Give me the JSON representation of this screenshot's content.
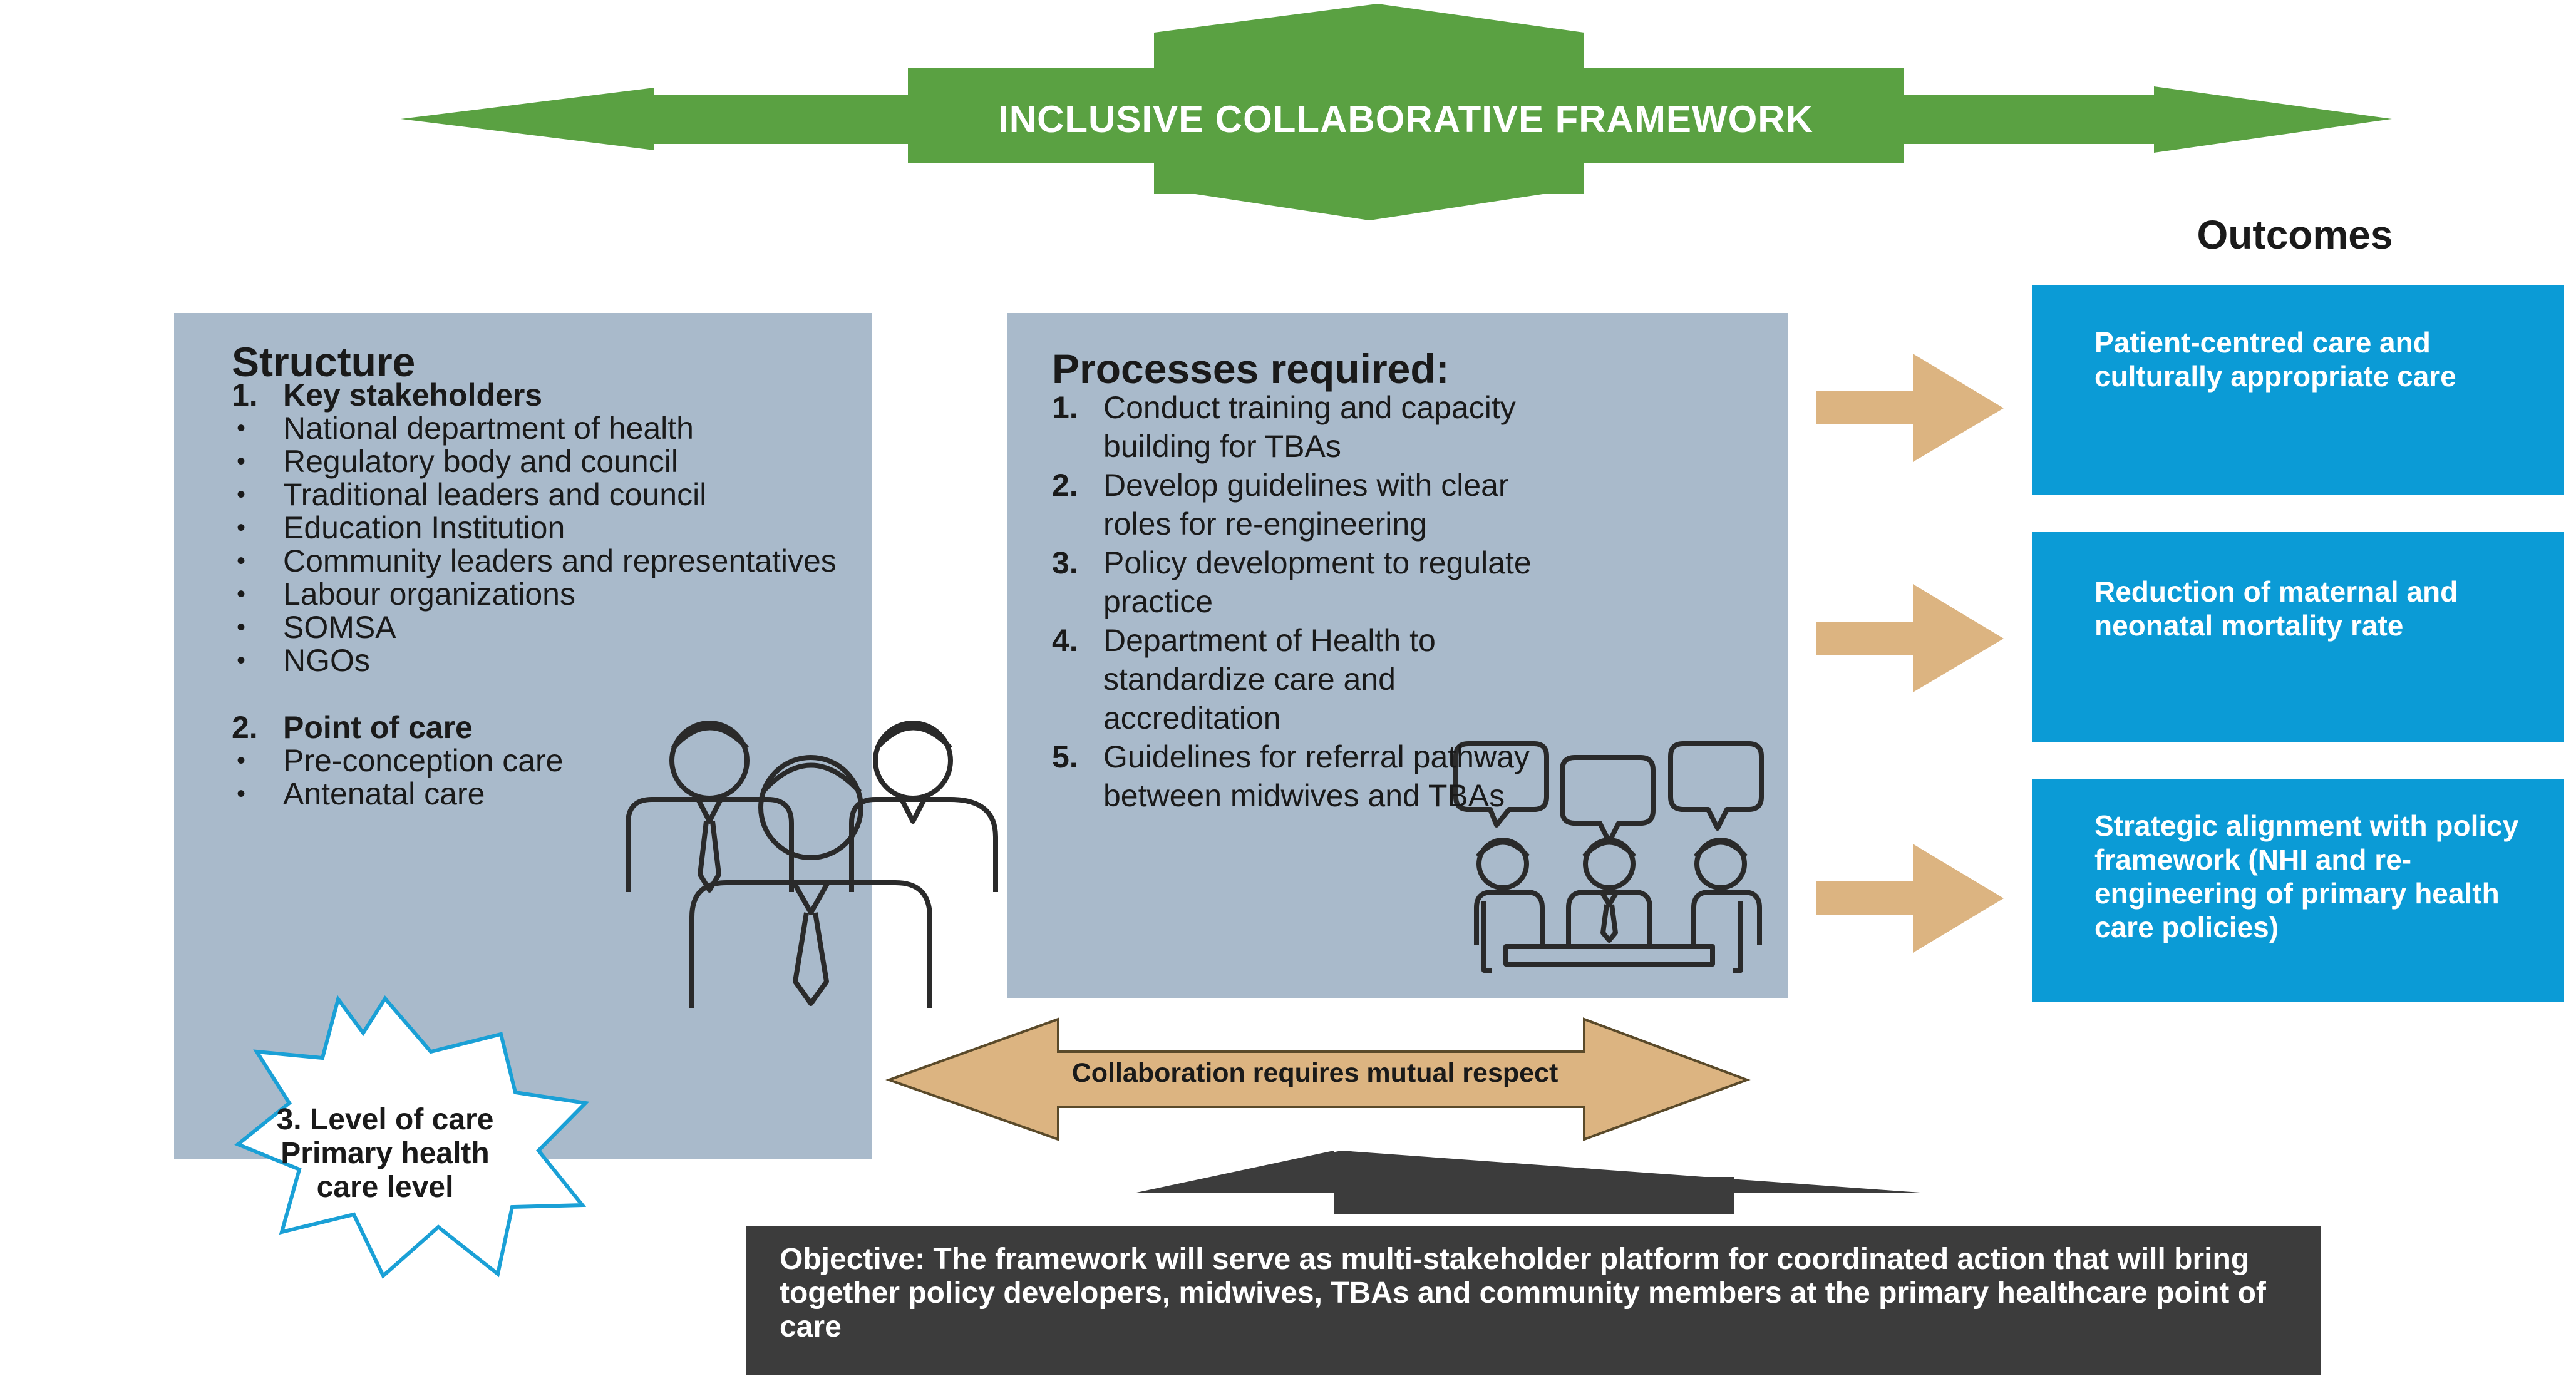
{
  "banner": {
    "title": "INCLUSIVE COLLABORATIVE FRAMEWORK"
  },
  "outcomes_heading": "Outcomes",
  "structure": {
    "title": "Structure",
    "groups": [
      {
        "number": "1.",
        "label": "Key stakeholders",
        "items": [
          "National department of health",
          "Regulatory body and council",
          "Traditional leaders and council",
          "Education Institution",
          "Community leaders and representatives",
          "Labour organizations",
          "SOMSA",
          "NGOs"
        ]
      },
      {
        "number": "2.",
        "label": "Point of care",
        "items": [
          "Pre-conception care",
          "Antenatal care"
        ]
      }
    ],
    "bullet": "•"
  },
  "level_of_care": {
    "line1": "3. Level of care",
    "line2": "Primary health",
    "line3": "care level"
  },
  "processes": {
    "title": "Processes required:",
    "items": [
      {
        "number": "1.",
        "text": "Conduct training and capacity building for TBAs"
      },
      {
        "number": "2.",
        "text": "Develop guidelines with clear roles for re-engineering"
      },
      {
        "number": "3.",
        "text": "Policy development to regulate practice"
      },
      {
        "number": "4.",
        "text": "Department of Health to standardize care and accreditation"
      },
      {
        "number": "5.",
        "text": "Guidelines for referral pathway between midwives and TBAs"
      }
    ]
  },
  "outcomes": [
    {
      "text": "Patient-centred care and culturally appropriate care"
    },
    {
      "text": "Reduction of maternal and neonatal mortality rate"
    },
    {
      "text": "Strategic alignment with policy framework (NHI and re-engineering of primary health care policies)"
    }
  ],
  "collaboration": {
    "text": "Collaboration requires mutual respect"
  },
  "objective": {
    "text": "Objective: The framework will serve as multi-stakeholder platform for coordinated action that will bring together policy developers, midwives, TBAs and community members at the primary healthcare point of care"
  },
  "icons": [
    "stakeholders-group-icon",
    "meeting-discussion-icon"
  ],
  "colors": {
    "banner_green": "#5aa142",
    "panel_blue_grey": "#a9bacb",
    "outcome_blue": "#0b9bd6",
    "arrow_tan": "#dcb481",
    "objective_dark": "#3c3c3c",
    "star_outline": "#1aa0d6"
  }
}
